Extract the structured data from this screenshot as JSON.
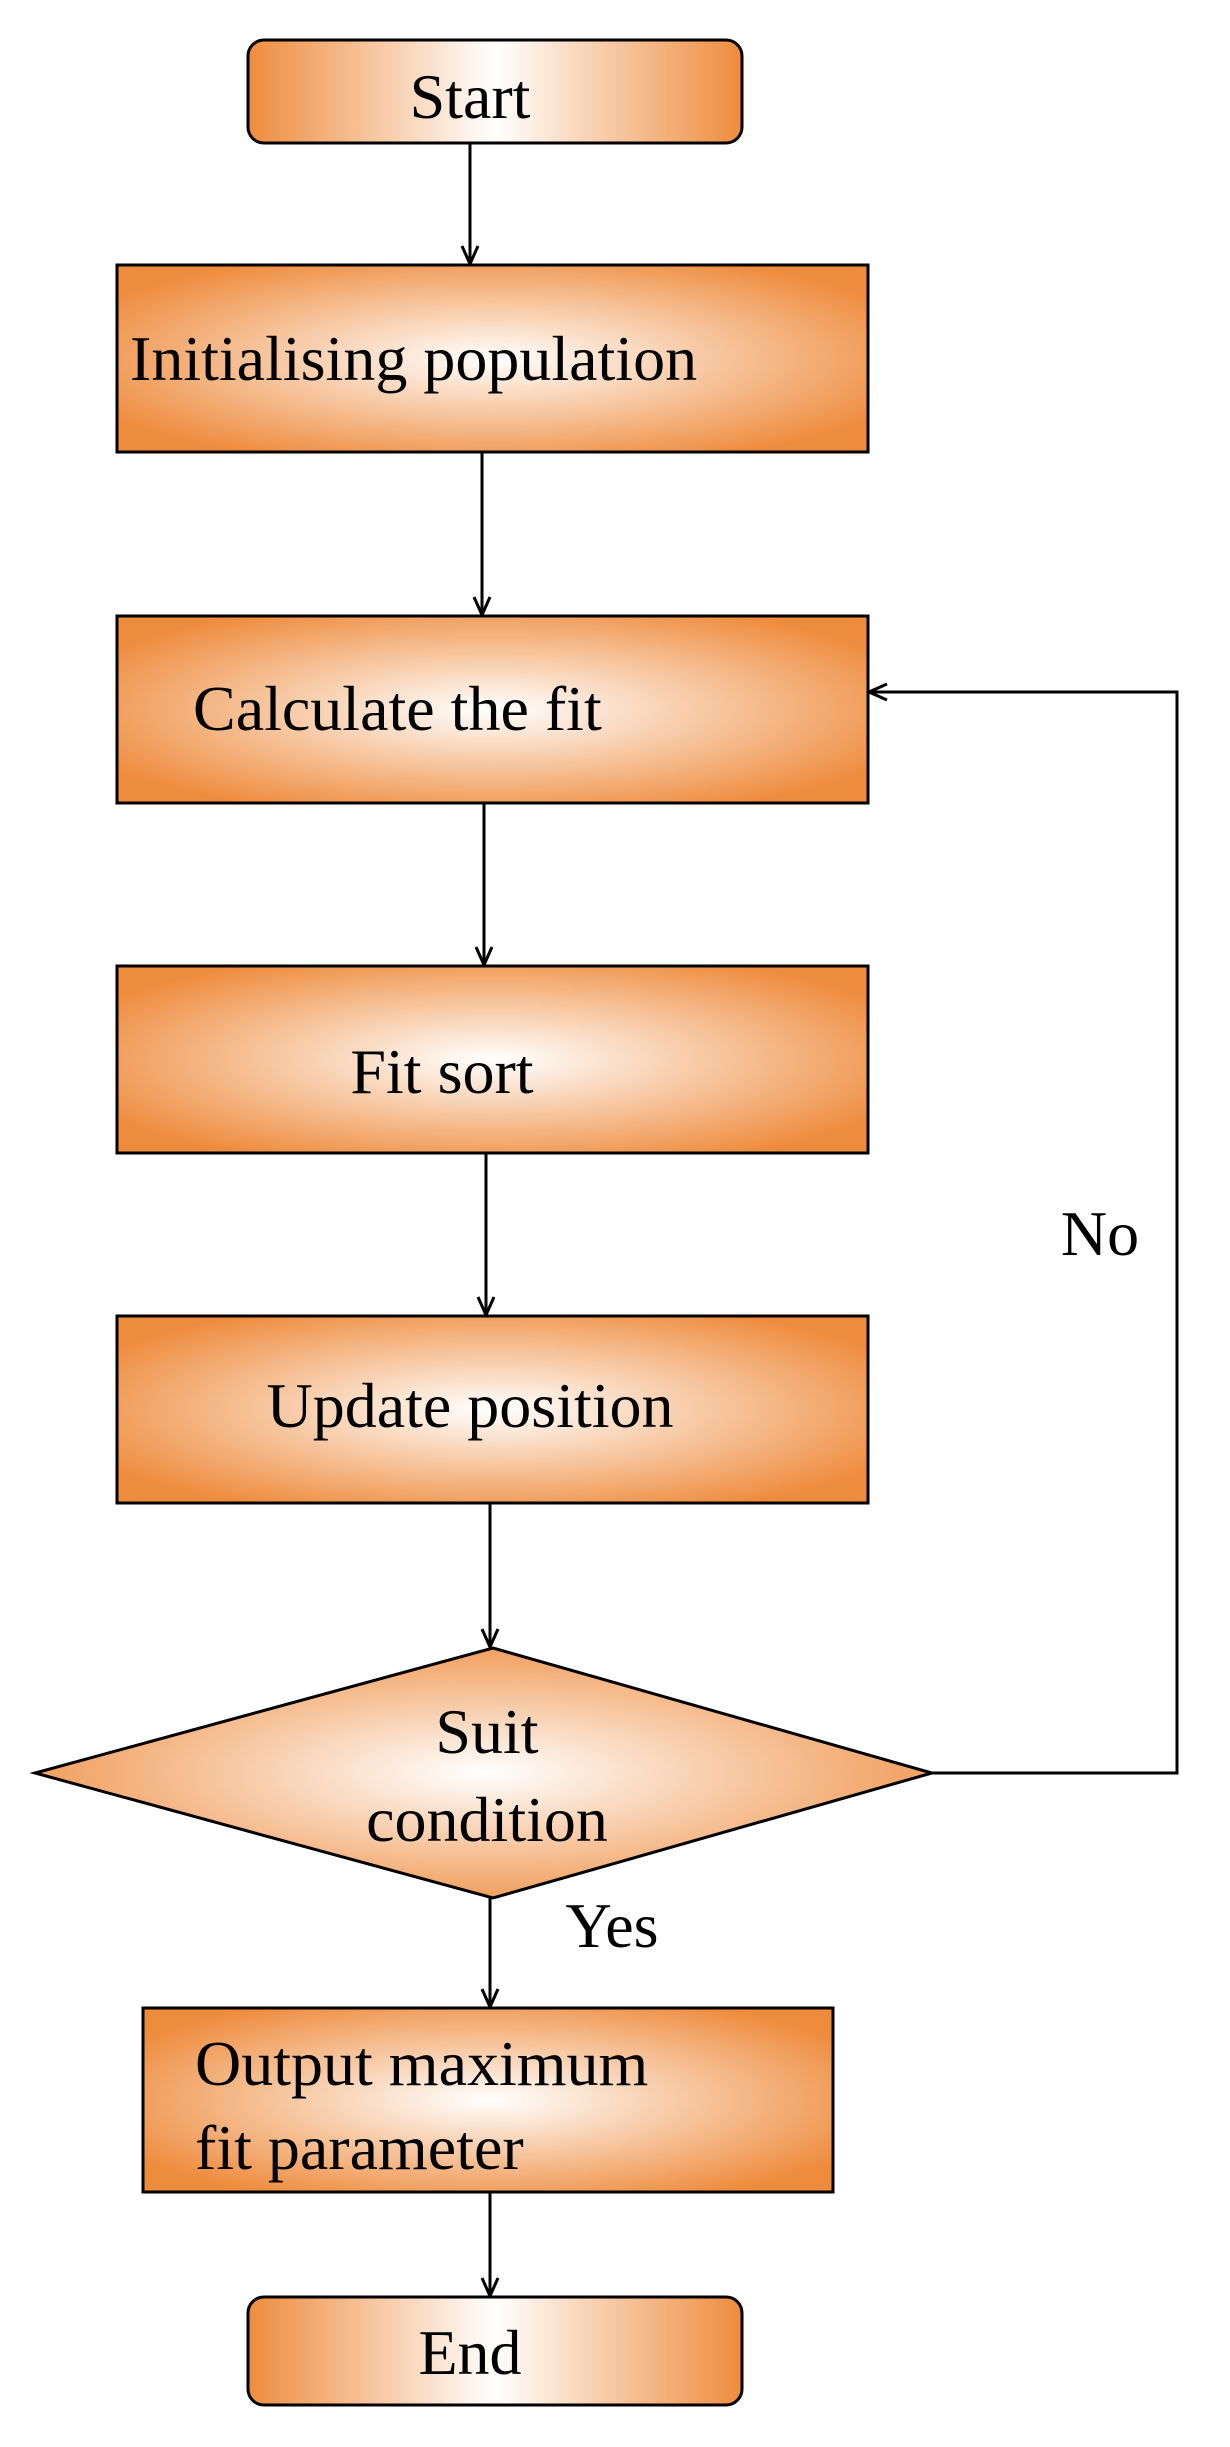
{
  "diagram": {
    "colors": {
      "fill_edge": "#ee8c3e",
      "fill_center": "#ffffff",
      "stroke": "#000000",
      "text": "#000000"
    },
    "nodes": {
      "start": {
        "label": "Start"
      },
      "init_population": {
        "label": "Initialising population"
      },
      "calculate_fit": {
        "label": "Calculate the fit"
      },
      "fit_sort": {
        "label": "Fit sort"
      },
      "update_position": {
        "label": "Update position"
      },
      "suit_condition": {
        "label_line1": "Suit",
        "label_line2": "condition"
      },
      "output_max": {
        "label_line1": "Output maximum",
        "label_line2": "fit parameter"
      },
      "end": {
        "label": "End"
      }
    },
    "edges": {
      "no_label": "No",
      "yes_label": "Yes"
    }
  }
}
